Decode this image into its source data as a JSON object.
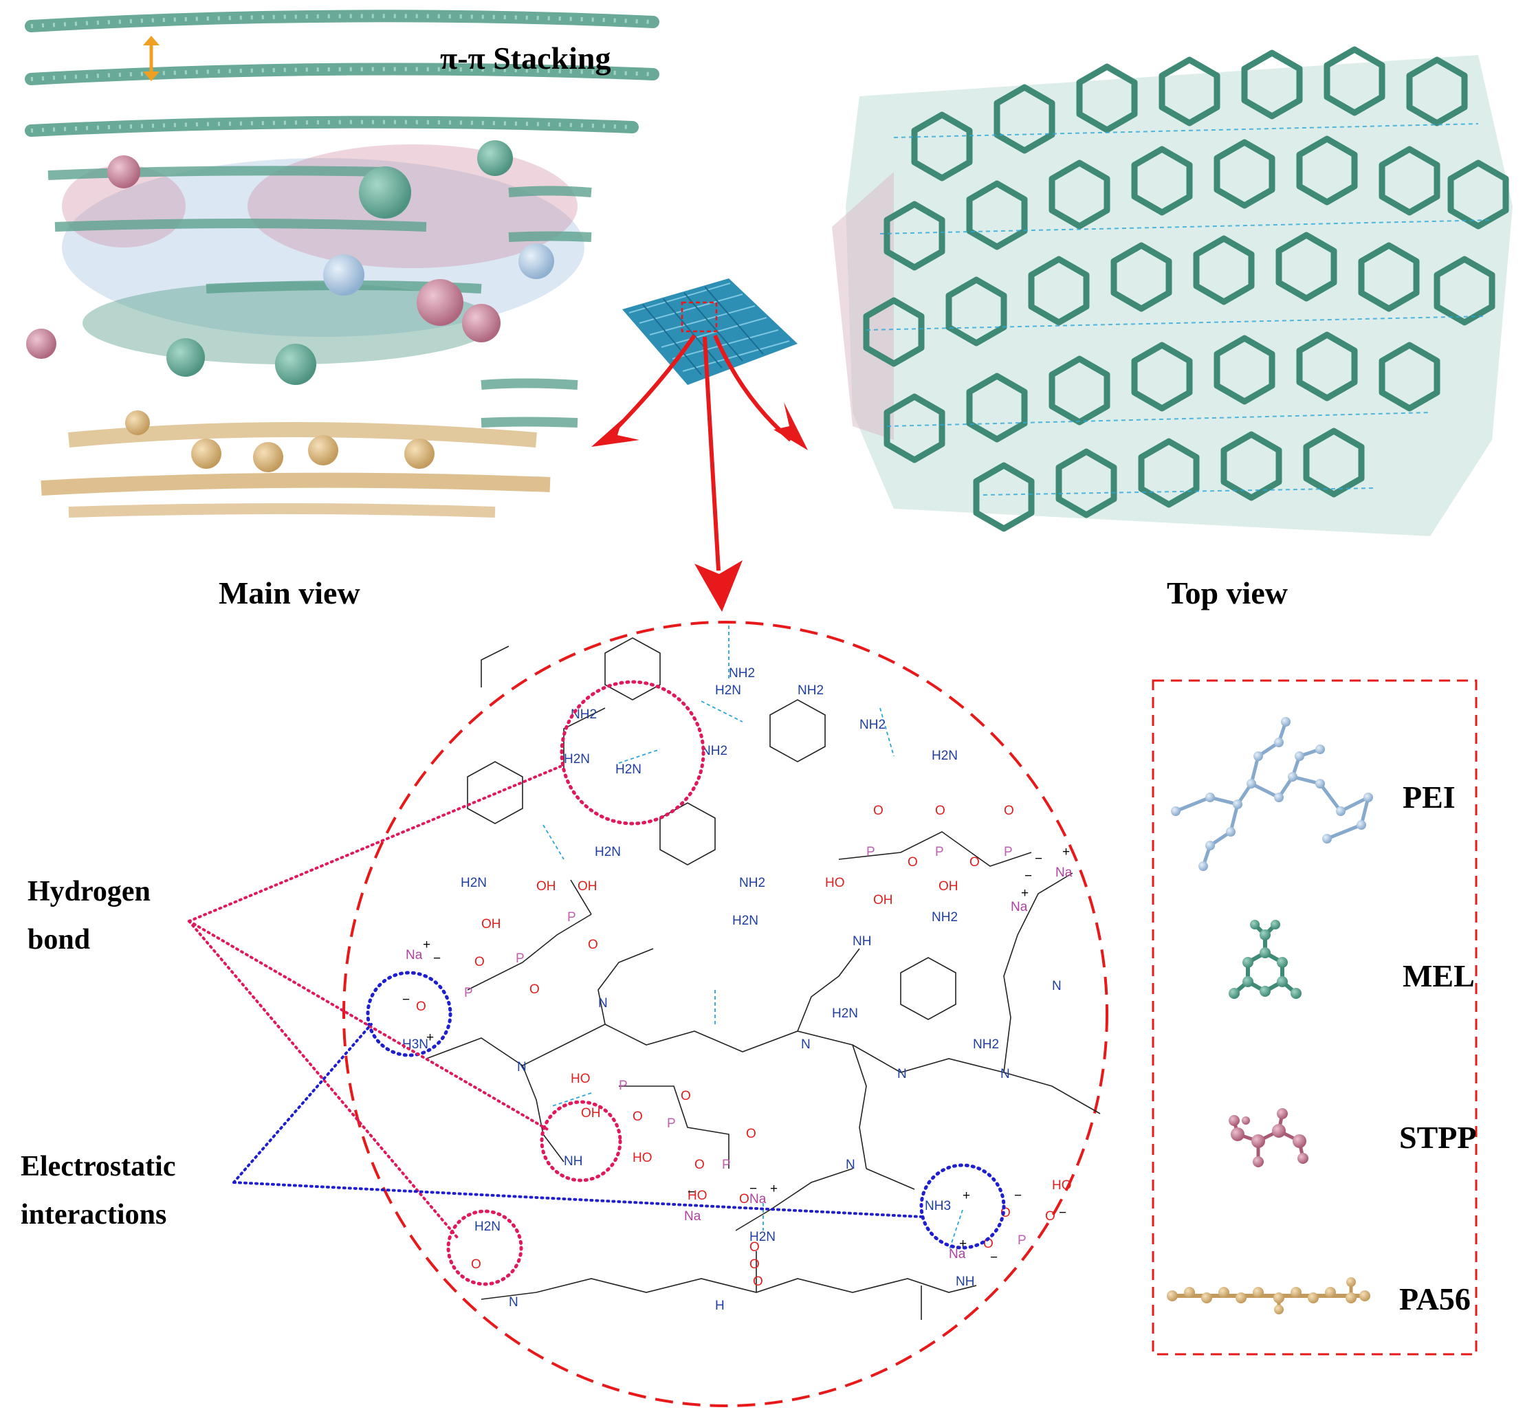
{
  "labels": {
    "pi_stacking": "π-π Stacking",
    "main_view": "Main view",
    "top_view": "Top view",
    "hydrogen_bond_line1": "Hydrogen",
    "hydrogen_bond_line2": "bond",
    "electrostatic_line1": "Electrostatic",
    "electrostatic_line2": "interactions"
  },
  "legend": {
    "items": [
      {
        "name": "PEI",
        "color": "#a9c6e3"
      },
      {
        "name": "MEL",
        "color": "#4f9a86"
      },
      {
        "name": "STPP",
        "color": "#c87a94"
      },
      {
        "name": "PA56",
        "color": "#d8b57c"
      }
    ]
  },
  "colors": {
    "melamine": "#4f9a86",
    "pei": "#a9c6e3",
    "stpp": "#c87a94",
    "pa56": "#d8b57c",
    "arrow": "#e8191a",
    "hbond_circle": "#e01a5a",
    "electrostatic_circle": "#1f1fcf",
    "hbond_dash": "#2aa6d8",
    "fabric": "#2e8fb5"
  },
  "chem": {
    "nh2": "NH2",
    "h2n": "H2N",
    "nh": "NH",
    "n": "N",
    "h": "H",
    "o": "O",
    "oh": "OH",
    "ho": "HO",
    "p": "P",
    "na": "Na",
    "plus": "+",
    "minus": "−",
    "nh3": "NH3",
    "h3n": "H3N"
  }
}
